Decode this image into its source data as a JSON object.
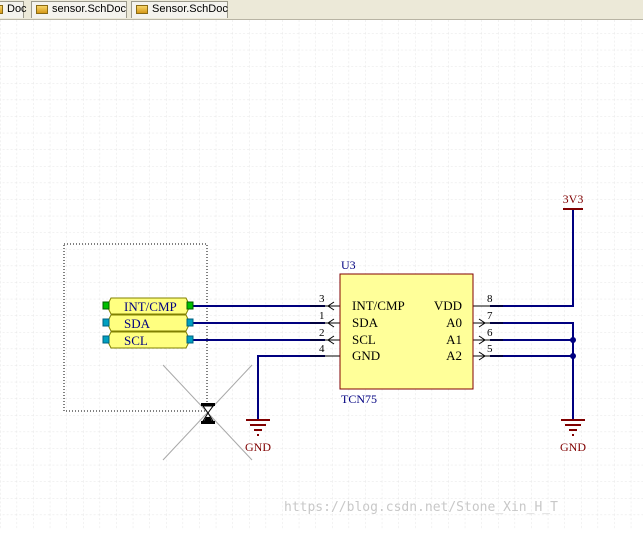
{
  "tabs": [
    {
      "label": "Doc",
      "icon": "schdoc-file-icon"
    },
    {
      "label": "sensor.SchDoc",
      "icon": "schdoc-file-icon"
    },
    {
      "label": "Sensor.SchDoc",
      "icon": "schdoc-file-icon"
    }
  ],
  "component": {
    "designator": "U3",
    "part": "TCN75",
    "left_pins": [
      {
        "name": "INT/CMP",
        "number": "3"
      },
      {
        "name": "SDA",
        "number": "1"
      },
      {
        "name": "SCL",
        "number": "2"
      },
      {
        "name": "GND",
        "number": "4"
      }
    ],
    "right_pins": [
      {
        "name": "VDD",
        "number": "8"
      },
      {
        "name": "A0",
        "number": "7"
      },
      {
        "name": "A1",
        "number": "6"
      },
      {
        "name": "A2",
        "number": "5"
      }
    ]
  },
  "ports": [
    "INT/CMP",
    "SDA",
    "SCL"
  ],
  "power": {
    "vcc": "3V3",
    "gnd_left": "GND",
    "gnd_right": "GND"
  },
  "watermark": "https://blog.csdn.net/Stone_Xin_H_T",
  "colors": {
    "wire": "#000080",
    "power": "#800000",
    "body": "#ffff99",
    "port_fill": "#ffff80",
    "grid": "#e4e4e4"
  }
}
